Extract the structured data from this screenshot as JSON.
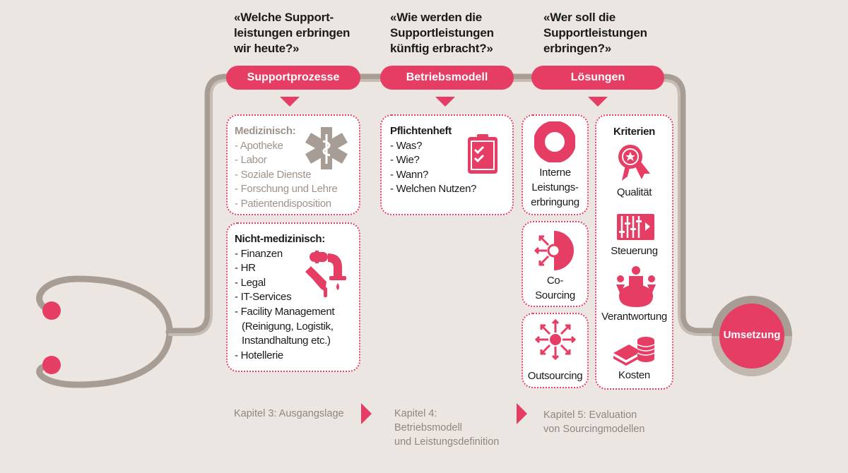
{
  "questions": [
    "«Welche Support-\nleistungen erbringen\nwir heute?»",
    "«Wie werden die\nSupportleistungen\nkünftig erbracht?»",
    "«Wer soll die\nSupportleistungen\nerbringen?»"
  ],
  "phases": [
    "Supportprozesse",
    "Betriebsmodell",
    "Lösungen"
  ],
  "medizinisch": {
    "title": "Medizinisch:",
    "items": [
      "- Apotheke",
      "- Labor",
      "- Soziale Dienste",
      "- Forschung und Lehre",
      "- Patientendisposition"
    ]
  },
  "nicht_medizinisch": {
    "title": "Nicht-medizinisch:",
    "items": [
      "- Finanzen",
      "- HR",
      "- Legal",
      "- IT-Services",
      "- Facility Management",
      "(Reinigung, Logistik,",
      "Instandhaltung etc.)",
      "- Hotellerie"
    ]
  },
  "pflichtenheft": {
    "title": "Pflichtenheft",
    "items": [
      "- Was?",
      "- Wie?",
      "- Wann?",
      "- Welchen Nutzen?"
    ]
  },
  "solutions": [
    "Interne\nLeistungs-\nerbringung",
    "Co-\nSourcing",
    "Outsourcing"
  ],
  "kriterien": {
    "title": "Kriterien",
    "items": [
      "Qualität",
      "Steuerung",
      "Verantwortung",
      "Kosten"
    ]
  },
  "end": "Umsetzung",
  "chapters": [
    "Kapitel 3: Ausgangslage",
    "Kapitel 4:\nBetriebsmodell\nund Leistungsdefinition",
    "Kapitel 5: Evaluation\nvon Sourcingmodellen"
  ],
  "colors": {
    "accent": "#e63d64",
    "tube": "#a89d95",
    "background": "#ebe6e2"
  }
}
